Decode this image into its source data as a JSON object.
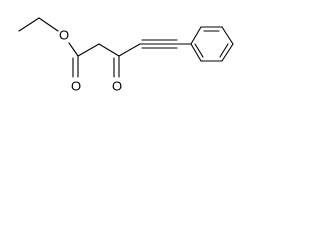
{
  "molecule": {
    "atoms": {
      "ester_oxygen": "O",
      "carbonyl_oxygen_ester": "O",
      "carbonyl_oxygen_ketone": "O"
    }
  },
  "colors": {
    "bond": "#000000",
    "background": "#ffffff"
  }
}
